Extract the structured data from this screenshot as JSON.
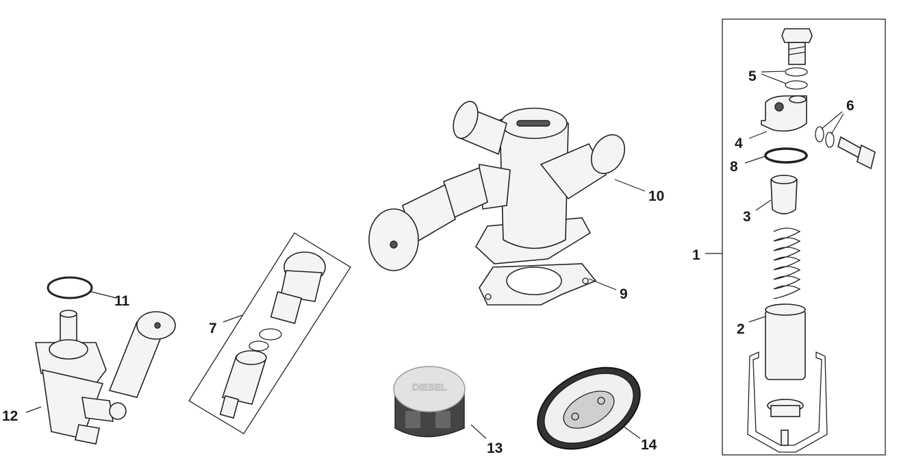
{
  "diagram": {
    "labels": {
      "p1": "1",
      "p2": "2",
      "p3": "3",
      "p4": "4",
      "p5": "5",
      "p6": "6",
      "p7": "7",
      "p8": "8",
      "p9": "9",
      "p10": "10",
      "p11": "11",
      "p12": "12",
      "p13": "13",
      "p14": "14"
    },
    "cap_marking": "DIESEL"
  }
}
